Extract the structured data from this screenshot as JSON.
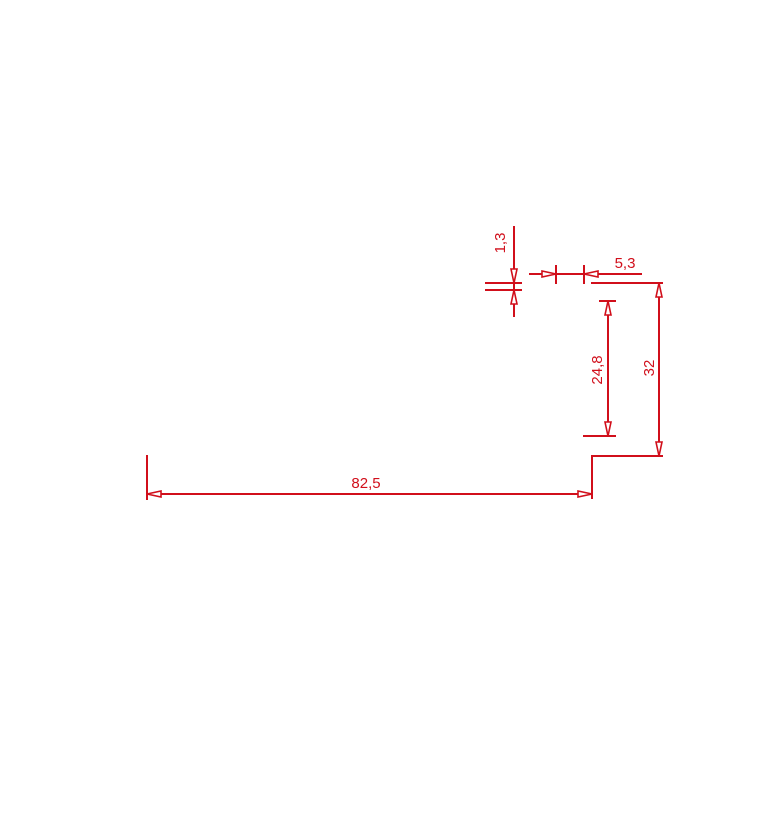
{
  "drawing": {
    "color": "#d10f1b",
    "dimensions": {
      "d_82_5": "82,5",
      "d_32": "32",
      "d_24_8": "24,8",
      "d_5_3": "5,3",
      "d_1_3": "1,3"
    }
  }
}
